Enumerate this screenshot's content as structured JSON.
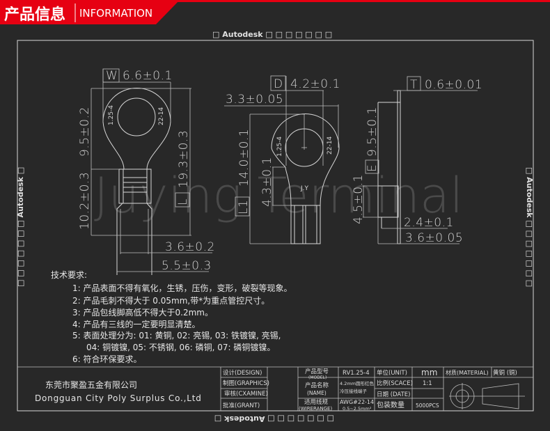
{
  "header": {
    "title_cn": "产品信息",
    "title_en": "INFORMATION",
    "accent": "#e60012"
  },
  "autodesk_marks": {
    "top": "□  Autodesk □ □ □ □ □ □ □",
    "left": "□ □ □ □ □ □ □ Autodesk □",
    "right": "□ Autodesk □ □ □ □ □ □ □",
    "bottom": "□ □ □ □ □ □ □ Autodesk □"
  },
  "watermark": "Juying Terminal",
  "front_view": {
    "w_label": "W",
    "w_value": "6.6±0.1",
    "ring_length": "9.5±0.2",
    "sleeve_length": "10.2±0.3",
    "total_length": "19.3±0.3",
    "l_label": "L",
    "inner_width": "3.6±0.2",
    "outer_width": "5.5±0.3",
    "mark_left": "1.25-4",
    "mark_right": "22-14"
  },
  "bare_view": {
    "d_label": "D",
    "d_value": "4.2±0.1",
    "ring_width": "3.3±0.05",
    "l1_label": "L1",
    "l1_value": "14.0±0.1",
    "neck_length": "4.3±0.1",
    "mark_left": "1.25-4",
    "mark_right": "22-14",
    "mark_center": "J.Y"
  },
  "side_view": {
    "t_label": "T",
    "t_value": "0.6±0.01",
    "e_label": "E",
    "e_value": "9.5±0.1",
    "barrel_length": "4.5±0.1",
    "barrel_inner": "2.4±0.1",
    "barrel_outer": "3.6±0.05"
  },
  "requirements": {
    "title": "技术要求:",
    "items": [
      "1: 产品表面不得有氧化，生锈，压伤，变形，破裂等现象。",
      "2: 产品毛刺不得大于 0.05mm,带*为重点管控尺寸。",
      "3: 产品包线脚高低不得大于0.2mm。",
      "4: 产品有三线的一定要明显清楚。",
      "5: 表面处理分为: 01: 黄铜, 02: 亮锡, 03: 铁镀镍, 亮锡,",
      "04: 铜镀镍, 05: 不锈钢, 06: 磷铜, 07: 磷铜镀镍。",
      "6: 符合环保要求。"
    ]
  },
  "title_block": {
    "company_cn": "东莞市聚盈五金有限公司",
    "company_en": "Dongguan City Poly Surplus Co.,Ltd",
    "design": "设计(DESIGN)",
    "graphics": "制图(GRAPHICS)",
    "examine": "审核(CXAMINE)",
    "grant": "批准(GRANT)",
    "model_label": "产品型号",
    "model_label_en": "(MODEL)",
    "model_value": "RV1.25-4",
    "name_label": "产品名称",
    "name_label_en": "(NAME)",
    "name_value_1": "4.2mm圆形红色",
    "name_value_2": "冷压接线端子",
    "wire_label": "适用线规",
    "wire_label_en": "(WIRERANGE)",
    "wire_value_1": "AWG#22-14",
    "wire_value_2": "0.5~2.5mm²",
    "unit_label": "单位(UNIT)",
    "unit_value": "mm",
    "scale_label": "比例(SCACE)",
    "scale_value": "1:1",
    "date_label": "日期 (DATE)",
    "date_value": "",
    "qty_label": "包装数量",
    "qty_value": "5000PCS",
    "material_label": "材质(MATERIAL)",
    "material_value": "黄铜 (铜)"
  }
}
